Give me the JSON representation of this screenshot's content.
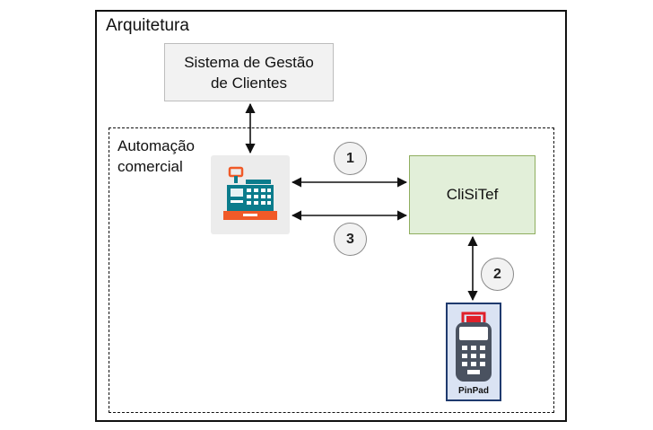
{
  "diagram": {
    "outer_label": "Arquitetura",
    "management_system": {
      "line1": "Sistema de Gestão",
      "line2": "de Clientes"
    },
    "automation_label": {
      "line1": "Automação",
      "line2": "comercial"
    },
    "clisitef_label": "CliSiTef",
    "steps": [
      "1",
      "2",
      "3"
    ],
    "pinpad_label": "PinPad",
    "colors": {
      "clisitef_fill": "#e2efd9",
      "clisitef_border": "#8fae5f",
      "register_accent": "#f05a28",
      "register_body": "#0b7c8c",
      "pinpad_fill": "#dae3f3"
    }
  }
}
